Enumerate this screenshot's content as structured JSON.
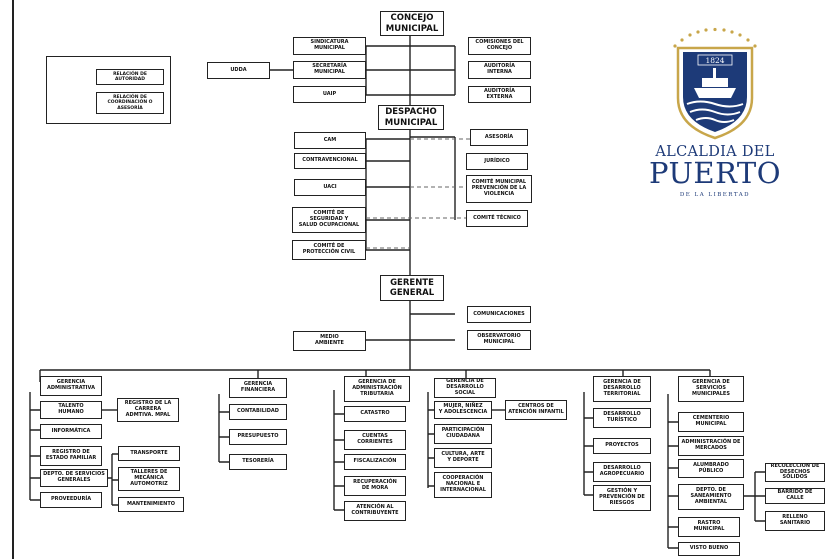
{
  "legend": {
    "authority": "RELACIÓN DE\nAUTORIDAD",
    "coordination": "RELACIÓN DE\nCOORDINACIÓN O\nASESORÍA"
  },
  "logo": {
    "year": "1824",
    "line1": "ALCALDIA DEL",
    "line2": "PUERTO",
    "line3": "DE LA LIBERTAD",
    "color": "#1d3a78"
  },
  "top": {
    "concejo": "CONCEJO\nMUNICIPAL",
    "sindicatura": "SINDICATURA\nMUNICIPAL",
    "secretaria": "SECRETARÍA\nMUNICIPAL",
    "uaip": "UAIP",
    "udda": "UDDA",
    "comisiones": "COMISIONES DEL\nCONCEJO",
    "auditoria_interna": "AUDITORÍA\nINTERNA",
    "auditoria_externa": "AUDITORÍA\nEXTERNA"
  },
  "despacho": {
    "title": "DESPACHO\nMUNICIPAL",
    "cam": "CAM",
    "contravencional": "CONTRAVENCIONAL",
    "uaci": "UACI",
    "comite_seguridad": "COMITÉ DE\nSEGURIDAD Y\nSALUD OCUPACIONAL",
    "comite_proteccion": "COMITÉ DE\nPROTECCIÓN CIVIL",
    "asesoria": "ASESORÍA",
    "juridico": "JURÍDICO",
    "comite_violencia": "COMITÉ MUNICIPAL\nPREVENCIÓN DE LA\nVIOLENCIA",
    "comite_tecnico": "COMITÉ TÉCNICO"
  },
  "gerente": {
    "title": "GERENTE\nGENERAL",
    "comunicaciones": "COMUNICACIONES",
    "observatorio": "OBSERVATORIO\nMUNICIPAL",
    "medio_ambiente": "MEDIO\nAMBIENTE"
  },
  "g_admin": {
    "title": "GERENCIA\nADMINISTRATIVA",
    "talento": "TALENTO\nHUMANO",
    "registro_carrera": "REGISTRO DE LA\nCARRERA\nADMTIVA. MPAL",
    "informatica": "INFORMÁTICA",
    "registro_familiar": "REGISTRO DE\nESTADO FAMILIAR",
    "servicios_generales": "DEPTO. DE SERVICIOS\nGENERALES",
    "transporte": "TRANSPORTE",
    "talleres": "TALLERES DE\nMECÁNICA\nAUTOMOTRIZ",
    "proveeduria": "PROVEEDURÍA",
    "mantenimiento": "MANTENIMIENTO"
  },
  "g_financiera": {
    "title": "GERENCIA\nFINANCIERA",
    "contabilidad": "CONTABILIDAD",
    "presupuesto": "PRESUPUESTO",
    "tesoreria": "TESORERÍA"
  },
  "g_tributaria": {
    "title": "GERENCIA DE\nADMINISTRACIÓN\nTRIBUTARIA",
    "catastro": "CATASTRO",
    "cuentas": "CUENTAS\nCORRIENTES",
    "fiscalizacion": "FISCALIZACIÓN",
    "recuperacion": "RECUPERACIÓN\nDE MORA",
    "atencion": "ATENCIÓN AL\nCONTRIBUYENTE"
  },
  "g_social": {
    "title": "GERENCIA DE\nDESARROLLO SOCIAL",
    "mujer": "MUJER, NIÑEZ\nY ADOLESCENCIA",
    "centros": "CENTROS DE\nATENCIÓN INFANTIL",
    "participacion": "PARTICIPACIÓN\nCIUDADANA",
    "cultura": "CULTURA, ARTE\nY DEPORTE",
    "cooperacion": "COOPERACIÓN\nNACIONAL E\nINTERNACIONAL"
  },
  "g_territorial": {
    "title": "GERENCIA DE\nDESARROLLO\nTERRITORIAL",
    "turistico": "DESARROLLO\nTURÍSTICO",
    "proyectos": "PROYECTOS",
    "agropecuario": "DESARROLLO\nAGROPECUARIO",
    "riesgos": "GESTIÓN Y\nPREVENCIÓN DE\nRIESGOS"
  },
  "g_servicios": {
    "title": "GERENCIA DE\nSERVICIOS\nMUNICIPALES",
    "cementerio": "CEMENTERIO\nMUNICIPAL",
    "mercados": "ADMINISTRACIÓN DE\nMERCADOS",
    "alumbrado": "ALUMBRADO\nPÚBLICO",
    "saneamiento": "DEPTO. DE\nSANEAMIENTO\nAMBIENTAL",
    "recoleccion": "RECOLECCIÓN DE\nDESECHOS SÓLIDOS",
    "barrido": "BARRIDO DE CALLE",
    "relleno": "RELLENO\nSANITARIO",
    "rastro": "RASTRO\nMUNICIPAL",
    "visto_bueno": "VISTO BUENO"
  }
}
